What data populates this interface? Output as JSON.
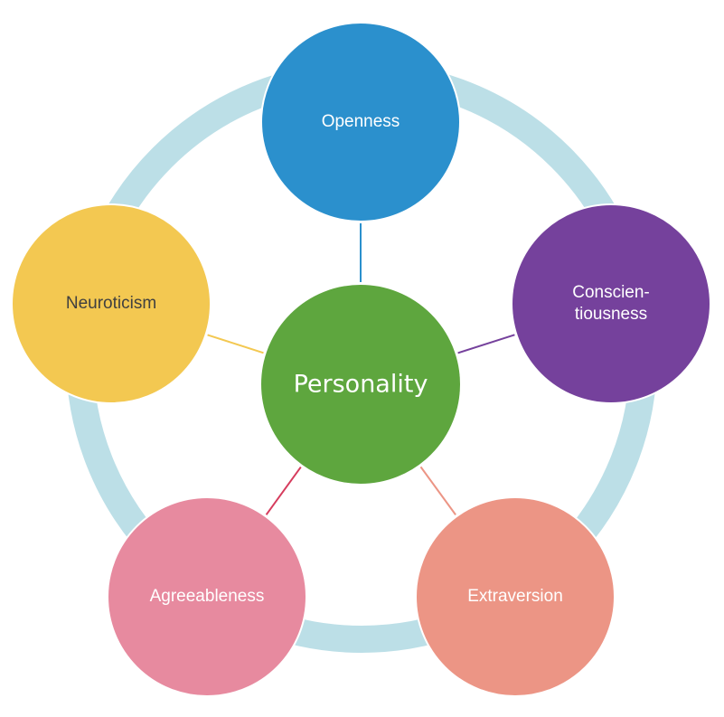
{
  "center": {
    "label": "Personality",
    "color": "#5ea63e",
    "text_color": "#ffffff"
  },
  "ring_color": "#bcdfe7",
  "nodes": [
    {
      "id": "openness",
      "lines": [
        "Openness"
      ],
      "color": "#2b90cd",
      "text_color": "#ffffff",
      "connector_color": "#2b90cd"
    },
    {
      "id": "conscientiousness",
      "lines": [
        "Conscien-",
        "tiousness"
      ],
      "color": "#75419c",
      "text_color": "#ffffff",
      "connector_color": "#75419c"
    },
    {
      "id": "extraversion",
      "lines": [
        "Extraversion"
      ],
      "color": "#ec9585",
      "text_color": "#ffffff",
      "connector_color": "#ec9585"
    },
    {
      "id": "agreeableness",
      "lines": [
        "Agreeableness"
      ],
      "color": "#e78a9f",
      "text_color": "#ffffff",
      "connector_color": "#d63c5d"
    },
    {
      "id": "neuroticism",
      "lines": [
        "Neuroticism"
      ],
      "color": "#f3c851",
      "text_color": "#404040",
      "connector_color": "#f3c851"
    }
  ]
}
